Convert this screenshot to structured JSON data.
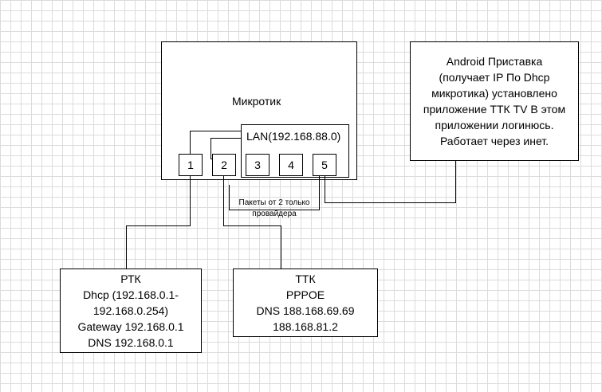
{
  "router": {
    "title": "Микротик",
    "lan_label": "LAN(192.168.88.0)"
  },
  "ports": [
    "1",
    "2",
    "3",
    "4",
    "5"
  ],
  "android": {
    "lines": [
      "Android Приставка",
      "(получает IP По Dhcp",
      "микротика) установлено",
      "приложение ТТК TV В этом",
      "приложении логинюсь.",
      "Работает через инет."
    ]
  },
  "rtk": {
    "lines": [
      "РТК",
      "Dhcp (192.168.0.1-",
      "192.168.0.254)",
      "Gateway 192.168.0.1",
      "DNS 192.168.0.1"
    ]
  },
  "ttk": {
    "lines": [
      "ТТК",
      "PPPOE",
      "DNS 188.168.69.69",
      "188.168.81.2"
    ]
  },
  "note": {
    "lines": [
      "Пакеты от 2 только",
      "провайдера"
    ]
  }
}
